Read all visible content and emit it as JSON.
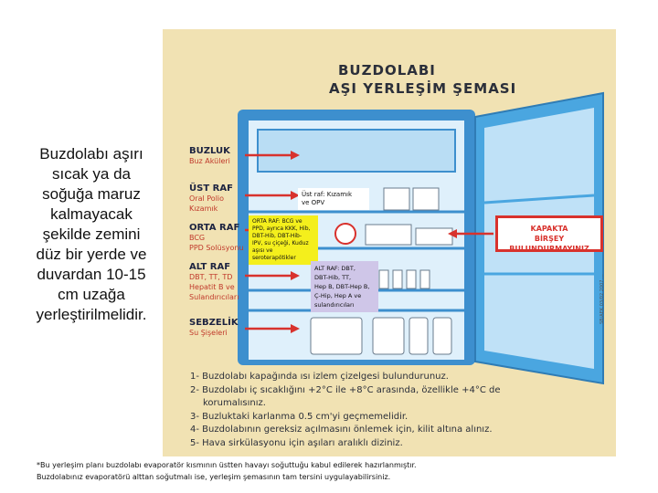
{
  "left_text": [
    "Buzdolabı aşırı",
    "sıcak ya da",
    "soğuğa maruz",
    "kalmayacak",
    "şekilde zemini",
    "düz bir yerde ve",
    "duvardan 10-15",
    "cm uzağa",
    "yerleştirilmelidir."
  ],
  "title": [
    "BUZDOLABI",
    "AŞI YERLEŞİM ŞEMASI"
  ],
  "labels": {
    "buzluk": {
      "title": "BUZLUK",
      "sub": "Buz Aküleri"
    },
    "ust_raf": {
      "title": "ÜST RAF",
      "sub1": "Oral Polio",
      "sub2": "Kızamık"
    },
    "orta_raf": {
      "title": "ORTA RAF",
      "sub1": "BCG",
      "sub2": "PPD Solüsyonu"
    },
    "alt_raf": {
      "title": "ALT RAF",
      "sub1": "DBT, TT, TD",
      "sub2": "Hepatit B ve",
      "sub3": "Sulandırıcıları"
    },
    "sebzelik": {
      "title": "SEBZELİK",
      "sub": "Su Şişeleri"
    }
  },
  "notes": {
    "ust": [
      "Üst raf: Kızamık",
      "ve OPV"
    ],
    "orta": [
      "ORTA RAF: BCG ve",
      "PPD, ayrıca KKK, Hib,",
      "DBT-Hib, DBT-Hib-",
      "IPV, su çiçeği, Kuduz",
      "aşısı ve seroterapötikler"
    ],
    "alt": [
      "ALT RAF: DBT,",
      "DBT-Hib, TT,",
      "Hep B, DBT-Hep B,",
      "Ç-Hip, Hep A ve",
      "sulandırıcıları"
    ]
  },
  "door_warning": [
    "KAPAKTA",
    "BİRŞEY",
    "BULUNDURMAYINIZ"
  ],
  "steps": [
    "1- Buzdolabı kapağında ısı izlem çizelgesi bulundurunuz.",
    "2- Buzdolabı iç sıcaklığını +2°C ile +8°C arasında, özellikle +4°C de",
    "    korumalısınız.",
    "3- Buzluktaki karlanma 0.5 cm'yi geçmemelidir.",
    "4- Buzdolabının gereksiz açılmasını önlemek için, kilit altına alınız.",
    "5- Hava sirkülasyonu için aşıları aralıklı diziniz."
  ],
  "footnotes": [
    "*Bu yerleşim planı buzdolabı evaporatör kısmının üstten havayı soğuttuğu kabul edilerek hazırlanmıştır.",
    "Buzdolabınız evaporatörü alttan soğutmalı ise, yerleşim şemasının tam tersini uygulayabilirsiniz."
  ],
  "side_code": "SB/AEK 03/02 2007 ...",
  "colors": {
    "poster": "#f1e2b3",
    "fridge": "#4aa6e0",
    "arrow": "#d8322d",
    "note_yellow": "#f4ef1c",
    "note_lilac": "#cfc6e8"
  }
}
